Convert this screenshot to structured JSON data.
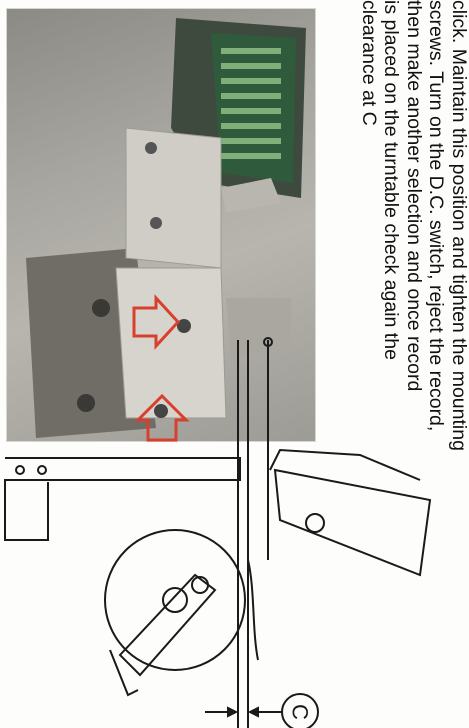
{
  "instructions": {
    "lines": [
      "click. Maintain this position and tighten the mounting",
      "screws. Turn on the D.C. switch, reject the record,",
      "then make another selection and once record",
      "is placed on the turntable check again the",
      "clearance at C"
    ]
  },
  "diagram": {
    "clearance_label": "C"
  },
  "colors": {
    "arrow": "#d8402e",
    "line": "#1a1a1a"
  }
}
